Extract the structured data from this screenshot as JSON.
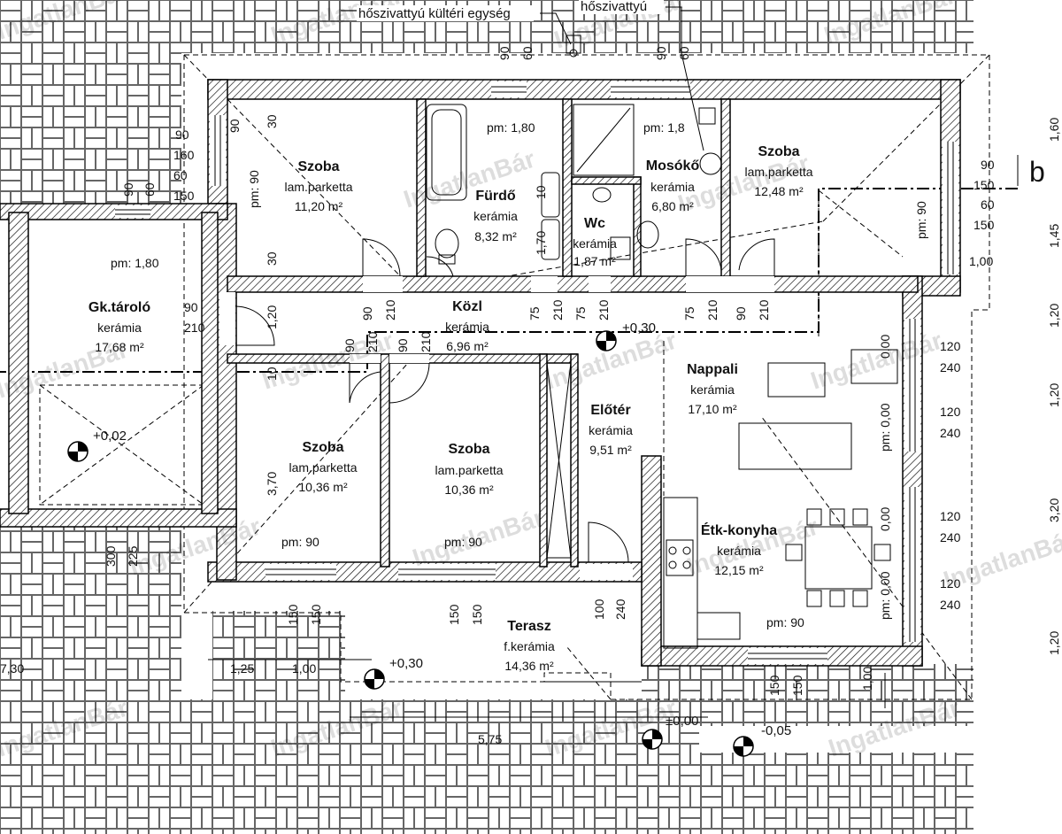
{
  "watermark": "IngatlanBár",
  "annotations": {
    "heatpump_outdoor": "hőszivattyú kültéri egység",
    "heatpump": "hőszivattyú"
  },
  "rooms": {
    "szoba_nw": {
      "name": "Szoba",
      "floor": "lam.parketta",
      "area": "11,20 m²"
    },
    "furdo": {
      "name": "Fürdő",
      "floor": "kerámia",
      "area": "8,32 m²"
    },
    "wc": {
      "name": "Wc",
      "floor": "kerámia",
      "area": "1,87 m²"
    },
    "mosoko": {
      "name": "Mosókő",
      "floor": "kerámia",
      "area": "6,80 m²"
    },
    "szoba_ne": {
      "name": "Szoba",
      "floor": "lam.parketta",
      "area": "12,48 m²"
    },
    "gk_tarolo": {
      "name": "Gk.tároló",
      "floor": "kerámia",
      "area": "17,68 m²"
    },
    "kozl": {
      "name": "Közl",
      "floor": "kerámia",
      "area": "6,96 m²"
    },
    "nappali": {
      "name": "Nappali",
      "floor": "kerámia",
      "area": "17,10 m²"
    },
    "szoba_sw": {
      "name": "Szoba",
      "floor": "lam.parketta",
      "area": "10,36 m²"
    },
    "szoba_s": {
      "name": "Szoba",
      "floor": "lam.parketta",
      "area": "10,36 m²"
    },
    "eloter": {
      "name": "Előtér",
      "floor": "kerámia",
      "area": "9,51 m²"
    },
    "etk_konyha": {
      "name": "Étk-konyha",
      "floor": "kerámia",
      "area": "12,15 m²"
    },
    "terasz": {
      "name": "Terasz",
      "floor": "f.kerámia",
      "area": "14,36 m²"
    }
  },
  "levels": {
    "kozl": "+0,30",
    "garage": "+0,02",
    "terrace": "+0,30",
    "entrance": "±0,00",
    "outside": "-0,05"
  },
  "parapets": {
    "pm180": "pm: 1,80",
    "pm18": "pm: 1,8",
    "pm90": "pm: 90",
    "pm000": "pm: 0,00",
    "pm90_0": "pm: 90",
    "pm90_1": "pm: 90"
  },
  "section_mark": "b",
  "dimensions": {
    "d90": "90",
    "d60": "60",
    "d150": "150",
    "d160": "160",
    "d30": "30",
    "d210": "210",
    "d75": "75",
    "d10": "10",
    "d120": "120",
    "d240": "240",
    "d100": "100",
    "d225": "225",
    "d300": "300",
    "d170": "1,70",
    "d370": "3,70",
    "d1_20": "1,20",
    "d1_00": "1,00",
    "d1_25": "1,25",
    "d5_75": "5,75",
    "d7_30": "7,30",
    "d1_60": "1,60",
    "d1_45": "1,45",
    "d3_20": "3,20",
    "d000": "0,00"
  }
}
